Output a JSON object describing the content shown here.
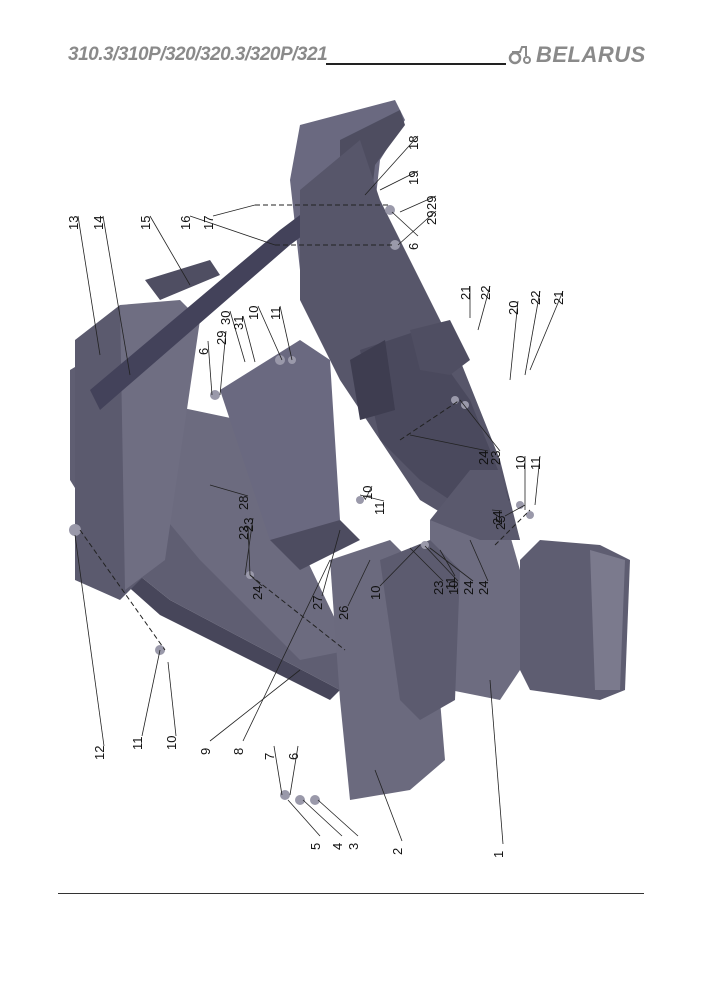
{
  "header": {
    "title": "310.3/310P/320/320.3/320P/321",
    "brand": "BELARUS"
  },
  "icons": {
    "logo": "tractor-icon"
  },
  "colors": {
    "part_fill": "#5f5e72",
    "part_dark": "#47465a",
    "part_light": "#7c7b8d",
    "header_gray": "#8a8a8a"
  },
  "callouts": [
    "1",
    "2",
    "3",
    "4",
    "5",
    "6",
    "7",
    "8",
    "9",
    "10",
    "11",
    "12",
    "13",
    "14",
    "15",
    "16",
    "17",
    "18",
    "19",
    "20",
    "21",
    "22",
    "21",
    "22",
    "23",
    "24",
    "24",
    "23",
    "10",
    "11",
    "25",
    "24",
    "24",
    "10",
    "23",
    "26",
    "27",
    "28",
    "29",
    "30",
    "31",
    "10",
    "11",
    "6",
    "29",
    "6",
    "29",
    "10",
    "11",
    "24",
    "23",
    "11",
    "10"
  ]
}
